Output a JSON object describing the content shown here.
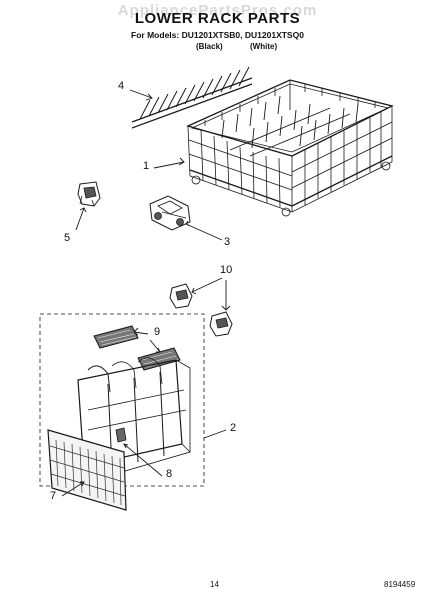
{
  "header": {
    "watermark": "AppliancePartsPros.com",
    "title": "LOWER RACK PARTS",
    "models_line": "For Models: DU1201XTSB0, DU1201XTSQ0",
    "variant_black": "(Black)",
    "variant_white": "(White)"
  },
  "callouts": [
    {
      "id": "1",
      "label": "1"
    },
    {
      "id": "2",
      "label": "2"
    },
    {
      "id": "3",
      "label": "3"
    },
    {
      "id": "4",
      "label": "4"
    },
    {
      "id": "5",
      "label": "5"
    },
    {
      "id": "7",
      "label": "7"
    },
    {
      "id": "8",
      "label": "8"
    },
    {
      "id": "9",
      "label": "9"
    },
    {
      "id": "10",
      "label": "10"
    }
  ],
  "footer": {
    "page_number": "14",
    "doc_number": "8194459"
  },
  "colors": {
    "line": "#1a1a1a",
    "watermark": "#d8d8d8"
  }
}
